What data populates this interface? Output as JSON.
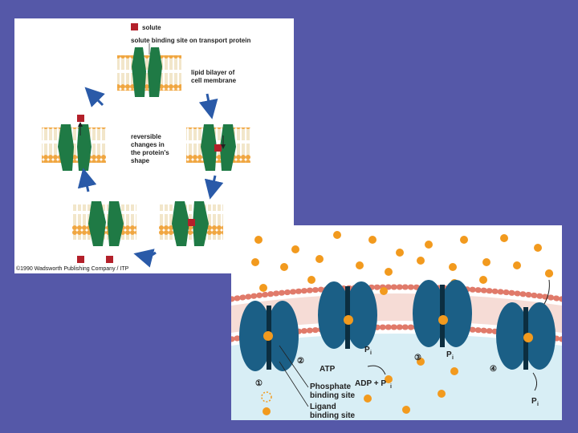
{
  "slide": {
    "background": "#5558a8"
  },
  "top_diagram": {
    "legend_solute": "solute",
    "label_binding_site": "solute binding site on transport protein",
    "label_bilayer_line1": "lipid bilayer of",
    "label_bilayer_line2": "cell membrane",
    "label_center_line1": "reversible",
    "label_center_line2": "changes in",
    "label_center_line3": "the protein's",
    "label_center_line4": "shape",
    "copyright": "©1990 Wadsworth Publishing Company / ITP",
    "colors": {
      "protein": "#1f7a45",
      "solute": "#b3202a",
      "lipid_head": "#f0a640",
      "arrow": "#2a5aa8"
    }
  },
  "bottom_diagram": {
    "label_atp": "ATP",
    "label_adp_pi": "ADP + P",
    "label_pi_sub": "i",
    "label_p": "P",
    "label_phosphate_line1": "Phosphate",
    "label_phosphate_line2": "binding site",
    "label_ligand_line1": "Ligand",
    "label_ligand_line2": "binding site",
    "step_1": "①",
    "step_2": "②",
    "step_3": "③",
    "step_4": "④",
    "colors": {
      "protein": "#1b5f86",
      "ligand": "#f29a1e",
      "membrane_head": "#e07a6a",
      "cytoplasm": "#d8eef5"
    }
  }
}
